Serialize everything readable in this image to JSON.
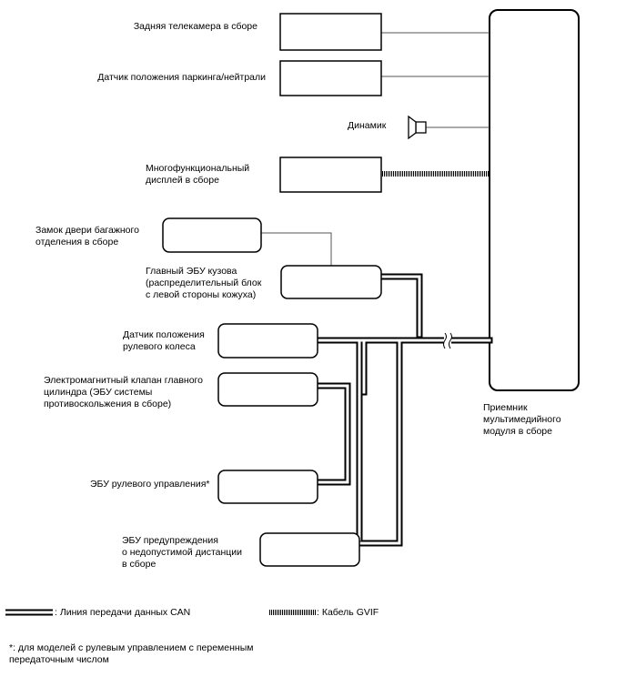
{
  "components": {
    "rear_camera": "Задняя телекамера в сборе",
    "park_neutral_sensor": "Датчик положения паркинга/нейтрали",
    "speaker": "Динамик",
    "mfd_line1": "Многофункциональный",
    "mfd_line2": "дисплей в сборе",
    "tailgate_lock_line1": "Замок двери багажного",
    "tailgate_lock_line2": "отделения в сборе",
    "main_body_ecu_line1": "Главный ЭБУ кузова",
    "main_body_ecu_line2": "(распределительный блок",
    "main_body_ecu_line3": "с левой стороны кожуха)",
    "steering_sensor_line1": "Датчик положения",
    "steering_sensor_line2": "рулевого колеса",
    "brake_actuator_line1": "Электромагнитный клапан главного",
    "brake_actuator_line2": "цилиндра (ЭБУ системы",
    "brake_actuator_line3": "противоскольжения в сборе)",
    "steering_ecu": "ЭБУ рулевого управления*",
    "distance_ecu_line1": "ЭБУ предупреждения",
    "distance_ecu_line2": "о недопустимой дистанции",
    "distance_ecu_line3": "в сборе",
    "receiver_line1": "Приемник",
    "receiver_line2": "мультимедийного",
    "receiver_line3": "модуля в сборе"
  },
  "legend": {
    "can_line": ": Линия передачи данных CAN",
    "gvif_cable": ": Кабель GVIF"
  },
  "footnote": {
    "line1": "*: для моделей с рулевым управлением с переменным",
    "line2": "передаточным числом"
  }
}
